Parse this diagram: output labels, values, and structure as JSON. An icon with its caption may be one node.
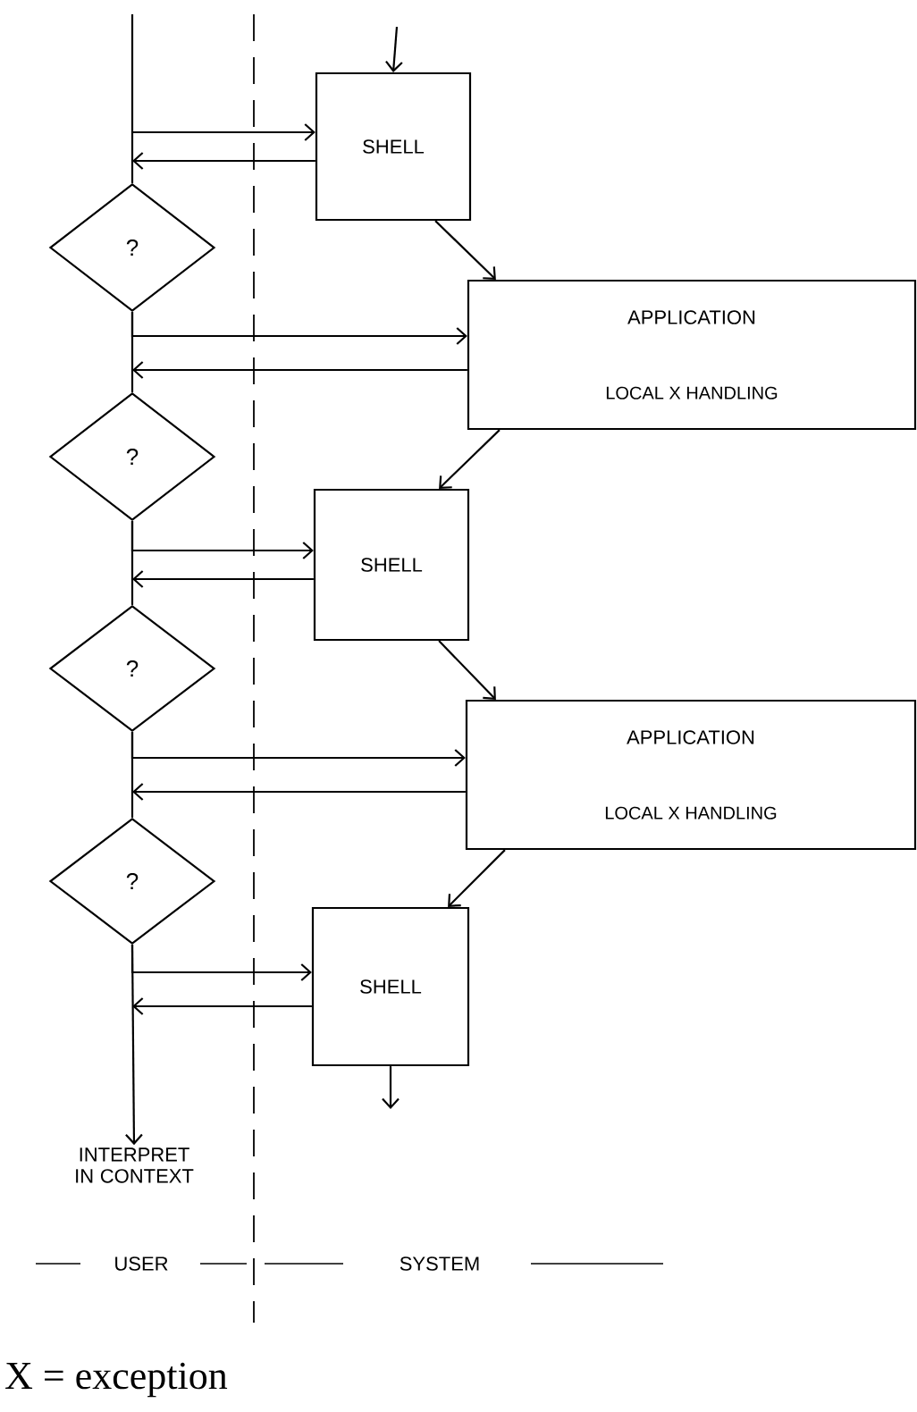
{
  "diagram": {
    "nodes": [
      {
        "text": [
          "SHELL"
        ]
      },
      {
        "text": [
          "?"
        ]
      },
      {
        "text": [
          "APPLICATION",
          "LOCAL X HANDLING"
        ]
      },
      {
        "text": [
          "?"
        ]
      },
      {
        "text": [
          "SHELL"
        ]
      },
      {
        "text": [
          "?"
        ]
      },
      {
        "text": [
          "APPLICATION",
          "LOCAL X HANDLING"
        ]
      },
      {
        "text": [
          "?"
        ]
      },
      {
        "text": [
          "SHELL"
        ]
      },
      {
        "text": [
          "INTERPRET IN CONTEXT"
        ]
      }
    ],
    "edges": [
      {
        "from": null,
        "to": 0,
        "arrow": "to"
      },
      {
        "from": null,
        "to": 1,
        "arrow": "none"
      },
      {
        "from": null,
        "to": 0,
        "arrow": "to"
      },
      {
        "from": 0,
        "to": 1,
        "arrow": "to"
      },
      {
        "from": 0,
        "to": 2,
        "arrow": "to"
      },
      {
        "from": 1,
        "to": 2,
        "arrow": "to"
      },
      {
        "from": 1,
        "to": 3,
        "arrow": "none"
      },
      {
        "from": 2,
        "to": 3,
        "arrow": "to"
      },
      {
        "from": 2,
        "to": 4,
        "arrow": "to"
      },
      {
        "from": 3,
        "to": 4,
        "arrow": "to"
      },
      {
        "from": 3,
        "to": 5,
        "arrow": "none"
      },
      {
        "from": 4,
        "to": 5,
        "arrow": "to"
      },
      {
        "from": 4,
        "to": 6,
        "arrow": "to"
      },
      {
        "from": 5,
        "to": 6,
        "arrow": "to"
      },
      {
        "from": 5,
        "to": 7,
        "arrow": "none"
      },
      {
        "from": 6,
        "to": 7,
        "arrow": "to"
      },
      {
        "from": 6,
        "to": 8,
        "arrow": "to"
      },
      {
        "from": 7,
        "to": 8,
        "arrow": "to"
      },
      {
        "from": 7,
        "to": 9,
        "arrow": "to"
      },
      {
        "from": 8,
        "to": null,
        "arrow": "to"
      },
      {
        "from": 8,
        "to": null,
        "arrow": "to"
      }
    ],
    "labels": [
      "USER",
      "SYSTEM",
      "X = exception"
    ]
  }
}
